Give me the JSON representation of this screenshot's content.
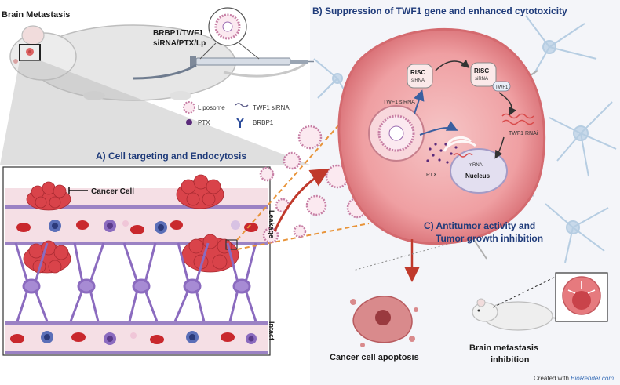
{
  "labels": {
    "brain_metastasis": "Brain Metastasis",
    "formulation_line1": "BRBP1/TWF1",
    "formulation_line2": "siRNA/PTX/Lp",
    "panel_a": "A) Cell targeting and Endocytosis",
    "panel_b": "B) Suppression of TWF1 gene and enhanced cytotoxicity",
    "panel_c_line1": "C) Antitumor activity and",
    "panel_c_line2": "Tumor growth inhibition",
    "cancer_cell": "Cancer Cell",
    "leakage": "Leakage",
    "intact": "Intact",
    "risc1_title": "RISC",
    "risc1_sub": "siRNA",
    "risc2_title": "RISC",
    "risc2_sub": "siRNA",
    "twf1_tag": "TWF1",
    "twf1_sirna": "TWF1 siRNA",
    "ptx_cell": "PTX",
    "twf1_rnai": "TWF1 RNAi",
    "mrna": "mRNA",
    "nucleus": "Nucleus",
    "cancer_apoptosis": "Cancer cell apoptosis",
    "brain_inhib_line1": "Brain metastasis",
    "brain_inhib_line2": "inhibition",
    "credit_prefix": "Created with ",
    "credit_brand": "BioRender.com"
  },
  "legend": {
    "liposome": "Liposome",
    "twf1_sirna": "TWF1 siRNA",
    "ptx": "PTX",
    "brbp1": "BRBP1"
  },
  "colors": {
    "title_blue": "#1f3b7a",
    "tumor_pink": "#f3a7a8",
    "tumor_edge": "#d46a6f",
    "vessel_red": "#c9282d",
    "astrocyte_purple": "#8b6bbf",
    "neuron_blue": "#a9c4dc",
    "arrow_red": "#c0392b",
    "dashed_orange": "#e8943a"
  }
}
